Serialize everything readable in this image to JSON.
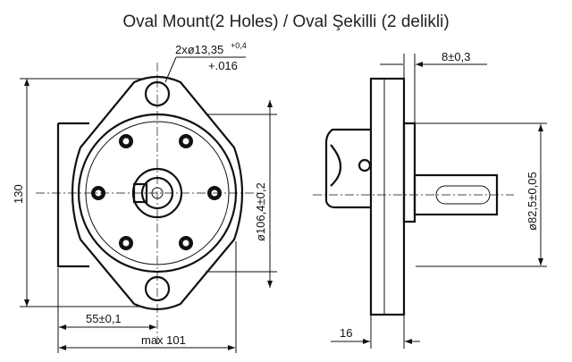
{
  "title": "Oval Mount(2 Holes) / Oval Şekilli (2 delikli)",
  "dimensions": {
    "hole": "2xø13,35",
    "hole_tol_upper": "+0,4",
    "hole_tol_lower": "+.016",
    "height": "130",
    "pitch_diameter": "ø106,4±0,2",
    "half_width": "55±0,1",
    "max_width": "max 101",
    "flange_offset": "8±0,3",
    "pilot_diameter": "ø82,5±0,05",
    "flange_thickness": "16"
  }
}
